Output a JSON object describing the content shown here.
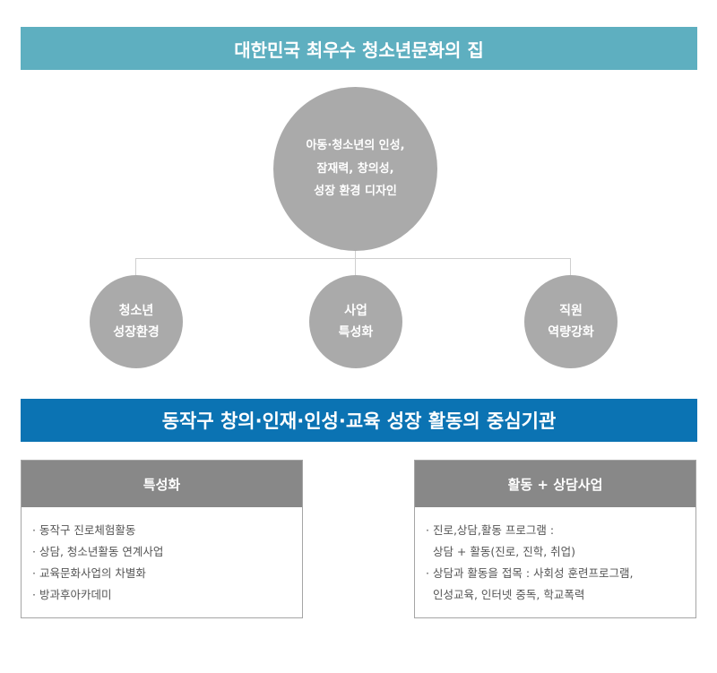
{
  "top_banner": {
    "title": "대한민국 최우수 청소년문화의 집"
  },
  "center_circle": {
    "text": "아동·청소년의 인성,\n잠재력, 창의성,\n성장 환경 디자인"
  },
  "circles": [
    {
      "text": "청소년\n성장환경"
    },
    {
      "text": "사업\n특성화"
    },
    {
      "text": "직원\n역량강화"
    }
  ],
  "mid_banner": {
    "title": "동작구 창의·인재·인성·교육 성장 활동의 중심기관"
  },
  "panels": [
    {
      "title": "특성화",
      "lines": [
        "· 동작구 진로체험활동",
        "· 상담, 청소년활동 연계사업",
        "· 교육문화사업의 차별화",
        "· 방과후아카데미"
      ]
    },
    {
      "title": "활동 + 상담사업",
      "lines": [
        "· 진로,상담,활동 프로그램 :",
        "  상담 + 활동(진로, 진학, 취업)",
        "· 상담과 활동을 접목 : 사회성 훈련프로그램,",
        "  인성교육, 인터넷 중독, 학교폭력"
      ]
    }
  ]
}
